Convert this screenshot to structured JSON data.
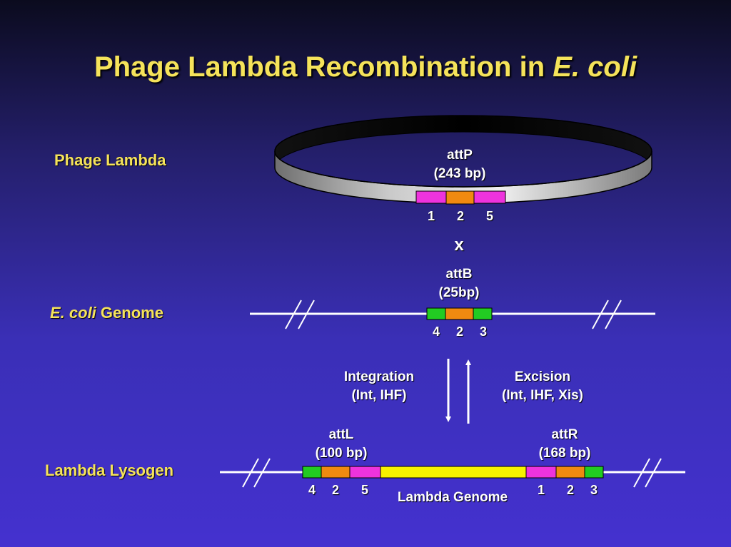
{
  "title": {
    "main": "Phage Lambda Recombination in ",
    "italic": "E. coli"
  },
  "rows": {
    "phage": "Phage Lambda",
    "ecoli_italic": "E. coli",
    "ecoli_rest": " Genome",
    "lysogen": "Lambda Lysogen"
  },
  "attP": {
    "name": "attP",
    "size": "(243 bp)",
    "sites": [
      "1",
      "2",
      "5"
    ]
  },
  "cross": "x",
  "attB": {
    "name": "attB",
    "size": "(25bp)",
    "sites": [
      "4",
      "2",
      "3"
    ]
  },
  "integration": {
    "label": "Integration",
    "proteins": "(Int, IHF)"
  },
  "excision": {
    "label": "Excision",
    "proteins": "(Int, IHF, Xis)"
  },
  "attL": {
    "name": "attL",
    "size": "(100 bp)",
    "sites": [
      "4",
      "2",
      "5"
    ]
  },
  "attR": {
    "name": "attR",
    "size": "(168 bp)",
    "sites": [
      "1",
      "2",
      "3"
    ]
  },
  "lambda_genome": "Lambda Genome",
  "colors": {
    "green": "#22cc22",
    "orange": "#f08a10",
    "magenta": "#ee33dd",
    "yellow": "#f7f200",
    "title_yellow": "#f5e35a"
  }
}
